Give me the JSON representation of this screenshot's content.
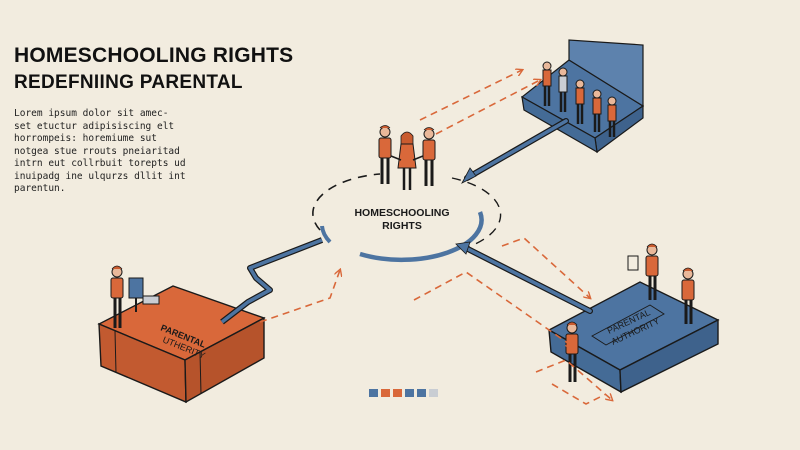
{
  "header": {
    "title": "HOMESCHOOLING RIGHTS",
    "subtitle": "REDEFNIING PARENTAL"
  },
  "intro": {
    "lines": [
      "Lorem ipsum dolor sit amec-",
      "set etuctur adipisiscing elt",
      "horrompeis: horemiume sut",
      "notgea stue rrouts pneiaritad",
      "intrn eut collrbuit torepts ud",
      "inuipadg ine ulqurzs dllit int",
      "parentun."
    ]
  },
  "hub": {
    "line1": "HOMESCHOOLING",
    "line2": "RIGHTS"
  },
  "left_block": {
    "line1": "PARENTAL",
    "line2": "UTHERITY"
  },
  "right_block": {
    "line1": "PARENTAL",
    "line2": "AUTHORITY"
  },
  "colors": {
    "background": "#f2ecdf",
    "orange": "#d9683a",
    "blue": "#4d74a1",
    "ink": "#1a1a1a"
  },
  "pager": {
    "dots": [
      "#4d74a1",
      "#d9683a",
      "#d9683a",
      "#4d74a1",
      "#4d74a1",
      "#c9cdd3"
    ]
  }
}
